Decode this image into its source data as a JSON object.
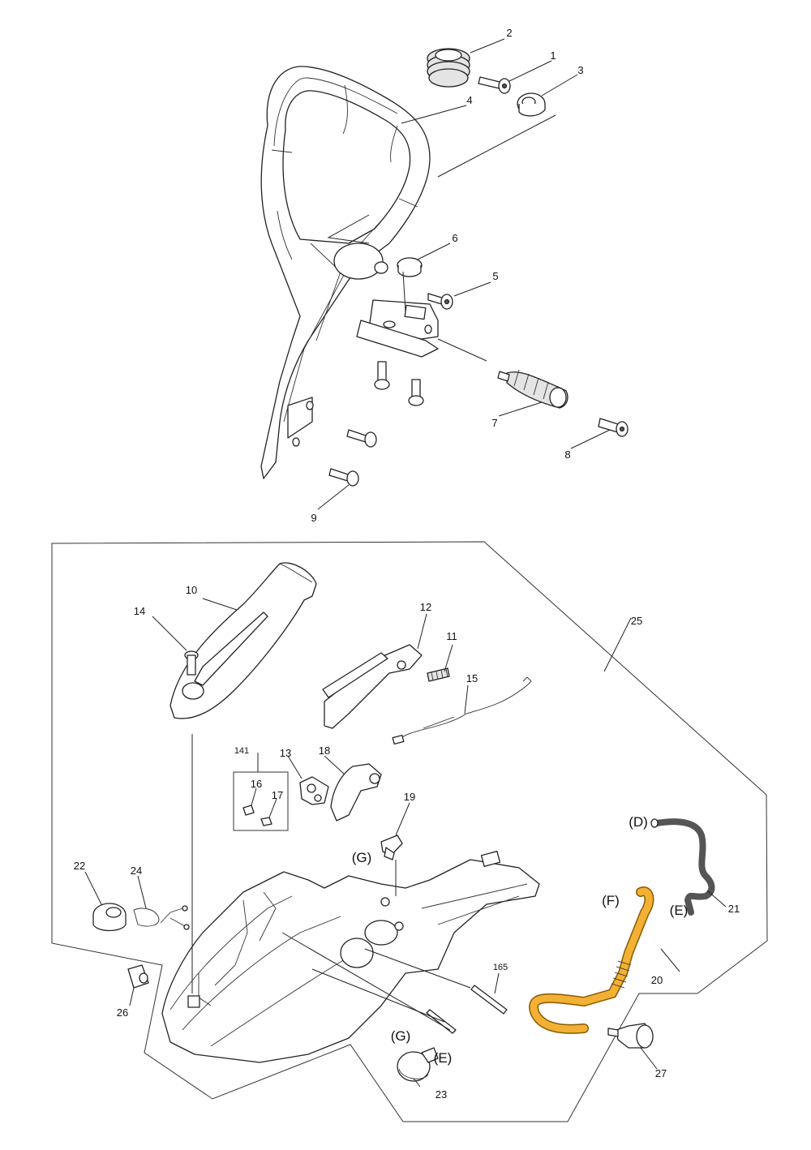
{
  "colors": {
    "line": "#222222",
    "fuel_hose": "#f2b134",
    "fuel_hose_outline": "#8a5a00",
    "impulse_hose": "#555555",
    "background": "#ffffff"
  },
  "part_numbers": {
    "p1": "1",
    "p2": "2",
    "p3": "3",
    "p4": "4",
    "p5": "5",
    "p6": "6",
    "p7": "7",
    "p8": "8",
    "p9": "9",
    "p10": "10",
    "p11": "11",
    "p12": "12",
    "p13": "13",
    "p14": "14",
    "p15": "15",
    "p16": "16",
    "p17": "17",
    "p18": "18",
    "p19": "19",
    "p20": "20",
    "p21": "21",
    "p22": "22",
    "p23": "23",
    "p24": "24",
    "p25": "25",
    "p26": "26",
    "p27": "27",
    "p141": "141",
    "p165": "165"
  },
  "connection_labels": {
    "d": "(D)",
    "e_hose": "(E)",
    "f": "(F)",
    "g_top": "(G)",
    "g_bottom": "(G)",
    "e_bottom": "(E)"
  },
  "icons": {
    "spring": "coil-spring-icon",
    "screw": "screw-icon",
    "tank": "fuel-tank-housing-icon"
  }
}
